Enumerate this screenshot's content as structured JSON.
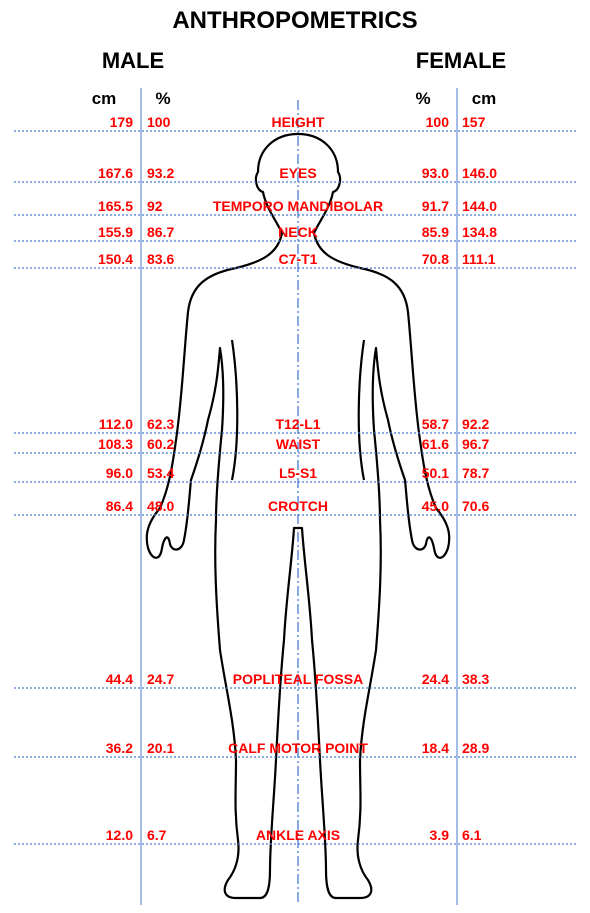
{
  "title": "ANTHROPOMETRICS",
  "male_label": "MALE",
  "female_label": "FEMALE",
  "male_cm_header": "cm",
  "male_pct_header": "%",
  "female_pct_header": "%",
  "female_cm_header": "cm",
  "colors": {
    "value_text": "#ff0000",
    "guide_line": "#4a7bd0",
    "outline": "#000000"
  },
  "rows": [
    {
      "label": "HEIGHT",
      "male_cm": "179",
      "male_pct": "100",
      "female_pct": "100",
      "female_cm": "157"
    },
    {
      "label": "EYES",
      "male_cm": "167.6",
      "male_pct": "93.2",
      "female_pct": "93.0",
      "female_cm": "146.0"
    },
    {
      "label": "TEMPORO MANDIBOLAR",
      "male_cm": "165.5",
      "male_pct": "92",
      "female_pct": "91.7",
      "female_cm": "144.0"
    },
    {
      "label": "NECK",
      "male_cm": "155.9",
      "male_pct": "86.7",
      "female_pct": "85.9",
      "female_cm": "134.8"
    },
    {
      "label": "C7-T1",
      "male_cm": "150.4",
      "male_pct": "83.6",
      "female_pct": "70.8",
      "female_cm": "111.1"
    },
    {
      "label": "T12-L1",
      "male_cm": "112.0",
      "male_pct": "62.3",
      "female_pct": "58.7",
      "female_cm": "92.2"
    },
    {
      "label": "WAIST",
      "male_cm": "108.3",
      "male_pct": "60.2",
      "female_pct": "61.6",
      "female_cm": "96.7"
    },
    {
      "label": "L5-S1",
      "male_cm": "96.0",
      "male_pct": "53.4",
      "female_pct": "50.1",
      "female_cm": "78.7"
    },
    {
      "label": "CROTCH",
      "male_cm": "86.4",
      "male_pct": "48.0",
      "female_pct": "45.0",
      "female_cm": "70.6"
    },
    {
      "label": "POPLITEAL FOSSA",
      "male_cm": "44.4",
      "male_pct": "24.7",
      "female_pct": "24.4",
      "female_cm": "38.3"
    },
    {
      "label": "CALF MOTOR POINT",
      "male_cm": "36.2",
      "male_pct": "20.1",
      "female_pct": "18.4",
      "female_cm": "28.9"
    },
    {
      "label": "ANKLE AXIS",
      "male_cm": "12.0",
      "male_pct": "6.7",
      "female_pct": "3.9",
      "female_cm": "6.1"
    }
  ]
}
